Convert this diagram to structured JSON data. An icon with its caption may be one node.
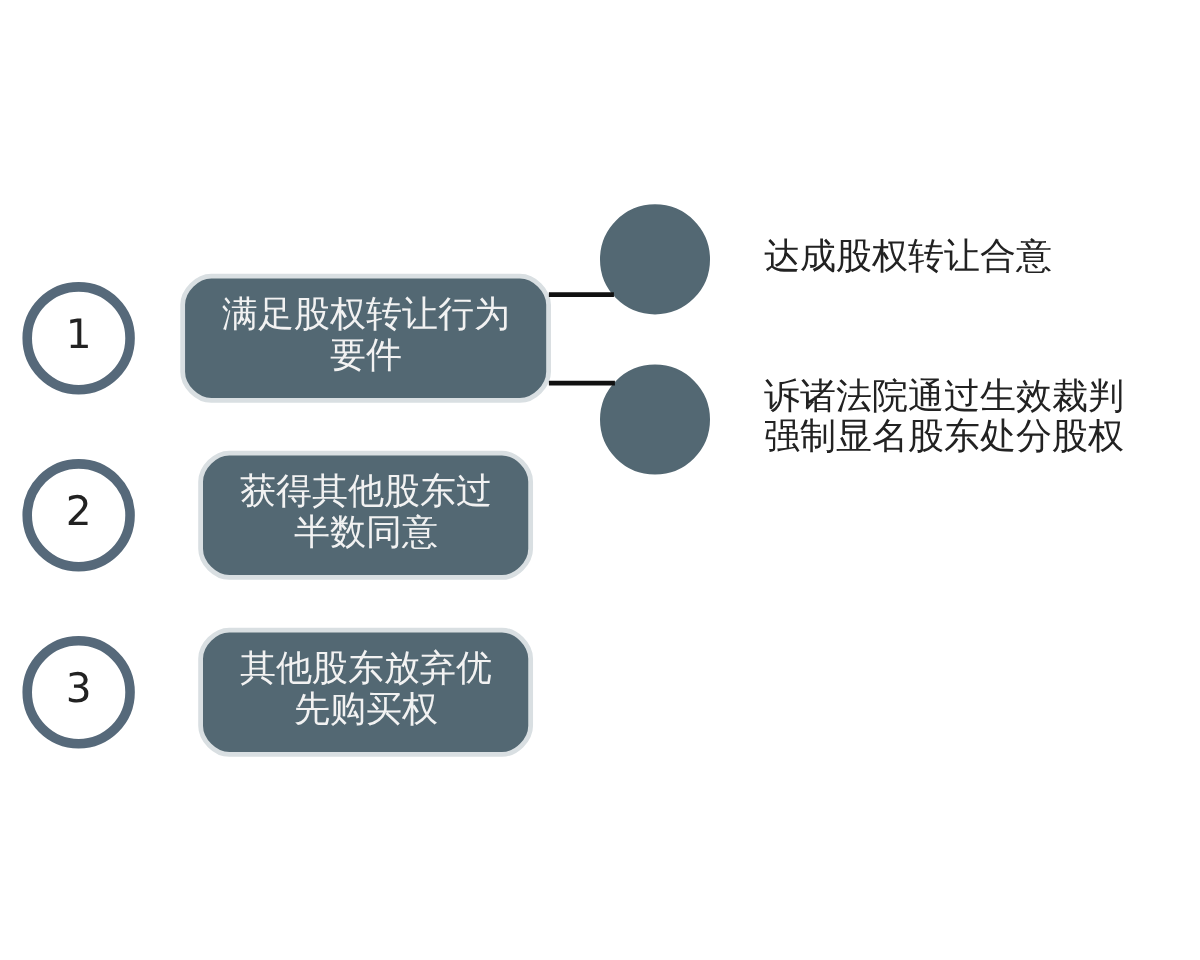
{
  "diagram": {
    "nodes": [
      {
        "text": [
          "1"
        ]
      },
      {
        "text": [
          "满足股权转让行为要件"
        ]
      },
      {
        "text": [
          "2"
        ]
      },
      {
        "text": [
          "获得其他股东过半数同意"
        ]
      },
      {
        "text": [
          "3"
        ]
      },
      {
        "text": [
          "其他股东放弃优先购买权"
        ]
      },
      {
        "text": [],
        "shape": "circle",
        "beside": [
          "达成股权转让合意"
        ]
      },
      {
        "text": [],
        "shape": "circle",
        "beside": [
          "诉诸法院通过生效裁判强制显名股东处分股权"
        ]
      }
    ],
    "edges": [
      {
        "from": 1,
        "to": 6,
        "arrow": "none"
      },
      {
        "from": 1,
        "to": 7,
        "arrow": "none"
      }
    ]
  }
}
